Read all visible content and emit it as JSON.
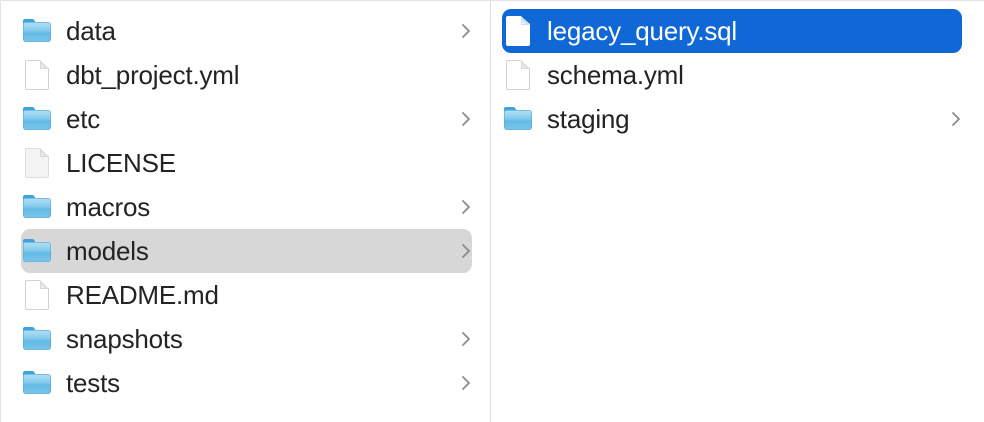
{
  "window": {
    "view": "column-view",
    "selection_blue_hex": "#1068d6",
    "selection_gray_hex": "#d7d7d8",
    "text_color_hex": "#232323",
    "background_hex": "#ffffff",
    "divider_hex": "#dededf"
  },
  "columns": [
    {
      "name": "parent-column",
      "items": [
        {
          "label": "data",
          "kind": "folder",
          "icon": "folder-icon",
          "has_chevron": true,
          "state": "normal"
        },
        {
          "label": "dbt_project.yml",
          "kind": "file",
          "icon": "file-icon",
          "has_chevron": false,
          "state": "normal"
        },
        {
          "label": "etc",
          "kind": "folder",
          "icon": "folder-icon",
          "has_chevron": true,
          "state": "normal"
        },
        {
          "label": "LICENSE",
          "kind": "file",
          "icon": "file-icon",
          "has_chevron": false,
          "state": "normal"
        },
        {
          "label": "macros",
          "kind": "folder",
          "icon": "folder-icon",
          "has_chevron": true,
          "state": "normal"
        },
        {
          "label": "models",
          "kind": "folder",
          "icon": "folder-icon",
          "has_chevron": true,
          "state": "selected-inactive"
        },
        {
          "label": "README.md",
          "kind": "file",
          "icon": "file-icon",
          "has_chevron": false,
          "state": "normal"
        },
        {
          "label": "snapshots",
          "kind": "folder",
          "icon": "folder-icon",
          "has_chevron": true,
          "state": "normal"
        },
        {
          "label": "tests",
          "kind": "folder",
          "icon": "folder-icon",
          "has_chevron": true,
          "state": "normal"
        }
      ]
    },
    {
      "name": "child-column",
      "items": [
        {
          "label": "legacy_query.sql",
          "kind": "file",
          "icon": "file-icon",
          "has_chevron": false,
          "state": "selected-active"
        },
        {
          "label": "schema.yml",
          "kind": "file",
          "icon": "file-icon",
          "has_chevron": false,
          "state": "normal"
        },
        {
          "label": "staging",
          "kind": "folder",
          "icon": "folder-icon",
          "has_chevron": true,
          "state": "normal"
        }
      ]
    }
  ]
}
